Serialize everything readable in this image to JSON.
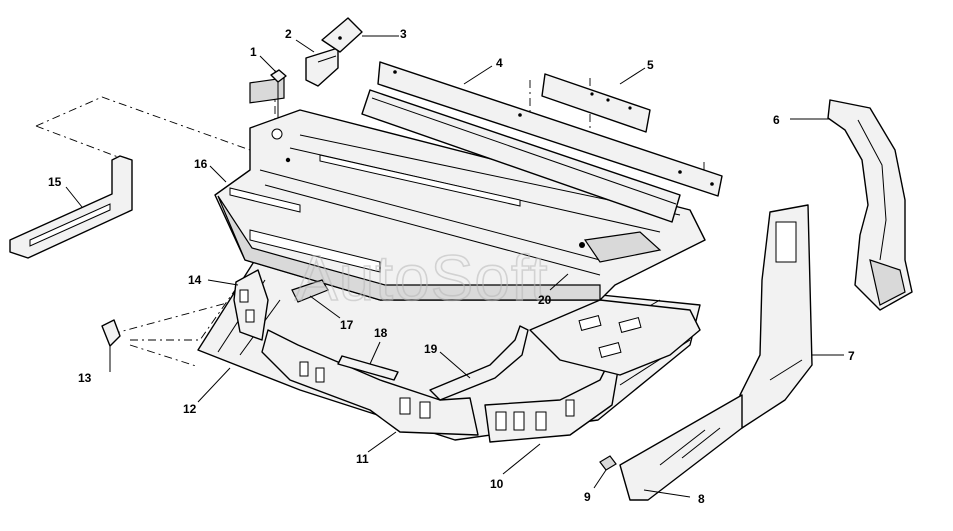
{
  "watermark": "AutoSoft",
  "callouts": [
    {
      "id": "1"
    },
    {
      "id": "2"
    },
    {
      "id": "3"
    },
    {
      "id": "4"
    },
    {
      "id": "5"
    },
    {
      "id": "6"
    },
    {
      "id": "7"
    },
    {
      "id": "8"
    },
    {
      "id": "9"
    },
    {
      "id": "10"
    },
    {
      "id": "11"
    },
    {
      "id": "12"
    },
    {
      "id": "13"
    },
    {
      "id": "14"
    },
    {
      "id": "15"
    },
    {
      "id": "16"
    },
    {
      "id": "17"
    },
    {
      "id": "18"
    },
    {
      "id": "19"
    },
    {
      "id": "20"
    }
  ]
}
